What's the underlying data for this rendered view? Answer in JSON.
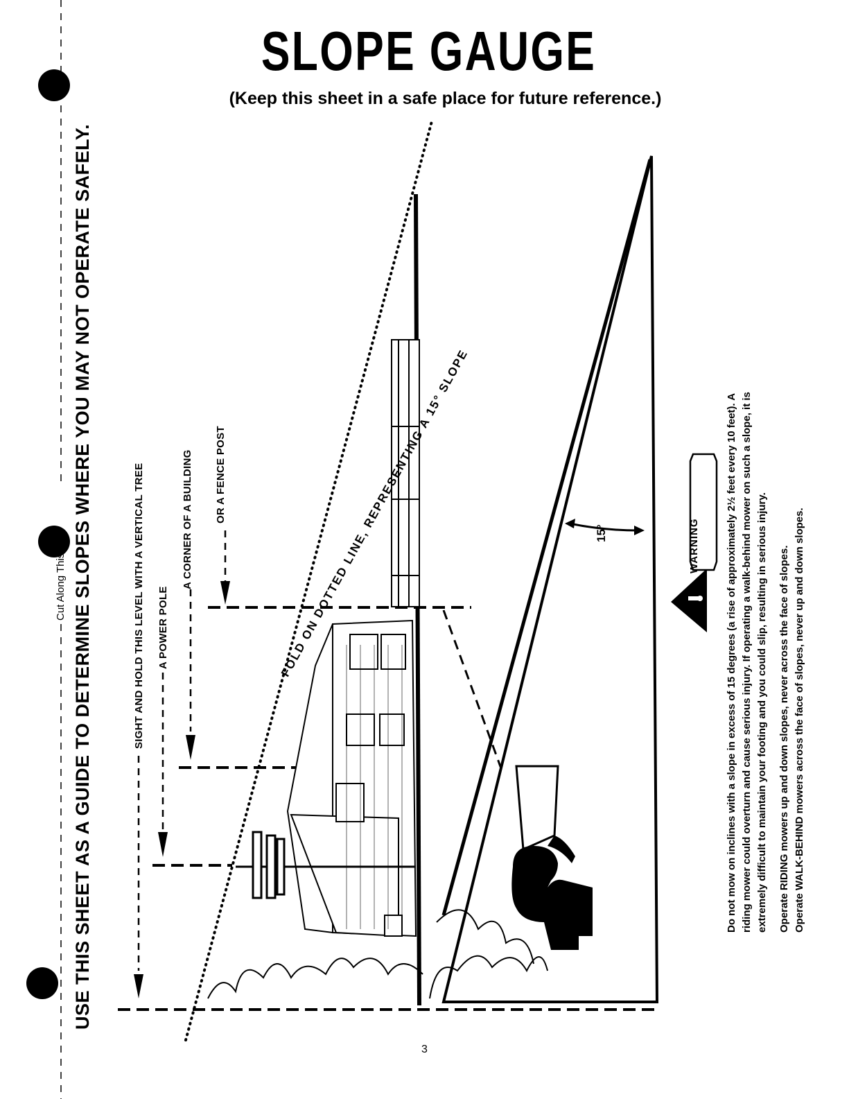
{
  "page": {
    "title": "SLOPE GAUGE",
    "subtitle": "(Keep this sheet in a safe place for future reference.)",
    "cut_line_label": "Cut Along This Line",
    "headline": "USE THIS SHEET AS A GUIDE TO DETERMINE SLOPES WHERE YOU MAY NOT OPERATE SAFELY.",
    "page_number": "3"
  },
  "sighting_labels": {
    "sight": "SIGHT AND HOLD THIS LEVEL WITH A VERTICAL TREE",
    "pole": "A POWER POLE",
    "corner": "A CORNER OF A BUILDING",
    "fence": "OR A FENCE POST"
  },
  "diagram": {
    "fold_label": "FOLD ON DOTTED LINE, REPRESENTING A 15° SLOPE",
    "angle_label": "15°"
  },
  "warning": {
    "badge": "WARNING",
    "paragraph_lines": [
      "Do not mow on inclines with a slope in excess of 15 degrees (a rise of approximately 2½ feet every 10 feet). A",
      "riding mower could overturn and cause serious injury. If operating a walk-behind mower on such a slope, it is",
      "extremely difficult to maintain your footing and you could slip, resulting in serious injury."
    ],
    "riding": "Operate RIDING mowers up and down slopes, never across the face of slopes.",
    "walk_behind": "Operate WALK-BEHIND mowers across the face of slopes, never up and down slopes."
  }
}
